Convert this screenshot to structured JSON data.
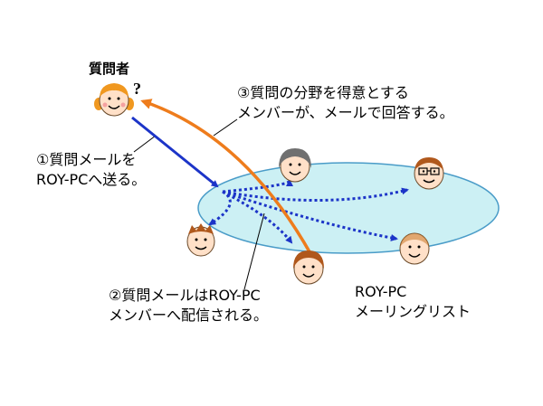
{
  "asker": {
    "label": "質問者",
    "mark": "?"
  },
  "step1": {
    "line1": "①質問メールを",
    "line2": "ROY-PCへ送る。"
  },
  "step2": {
    "line1": "②質問メールはROY-PC",
    "line2": "メンバーへ配信される。"
  },
  "step3": {
    "line1": "③質問の分野を得意とする",
    "line2": "メンバーが、メールで回答する。"
  },
  "mailing_list": {
    "line1": "ROY-PC",
    "line2": "メーリングリスト"
  },
  "colors": {
    "pool_fill": "#ccf0f4",
    "pool_stroke": "#4a9cc8",
    "send_arrow": "#1c34c8",
    "distribute_arrow": "#1c34c8",
    "answer_arrow": "#ee7c1c",
    "pointer_line": "#000000",
    "face_skin": "#ffe0c8",
    "hair_orange": "#f09820",
    "hair_brown": "#b0581c",
    "hair_gray": "#707070"
  },
  "icons": {
    "asker": "smiling-face-icon",
    "members": "smiling-face-icon",
    "question_mark": "question-mark-icon"
  }
}
